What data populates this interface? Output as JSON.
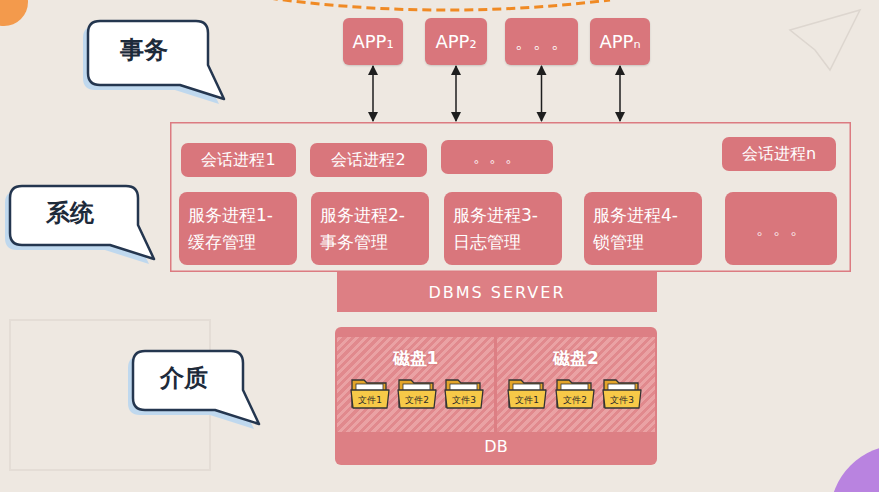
{
  "diagram": {
    "nodes": [
      {
        "text": [
          "事务"
        ]
      },
      {
        "text": [
          "APP₁"
        ]
      },
      {
        "text": [
          "APP₂"
        ]
      },
      {
        "text": [
          "。。。"
        ]
      },
      {
        "text": [
          "APPₙ"
        ]
      },
      {
        "text": [
          "系统"
        ]
      },
      {
        "text": [
          "DBMS SERVER"
        ]
      },
      {
        "text": [
          "会话进程1"
        ],
        "in": 6
      },
      {
        "text": [
          "会话进程2"
        ],
        "in": 6
      },
      {
        "text": [
          "。。。"
        ],
        "in": 6
      },
      {
        "text": [
          "会话进程n"
        ],
        "in": 6
      },
      {
        "text": [
          "服务进程1- 缓存管理"
        ],
        "in": 6
      },
      {
        "text": [
          "服务进程2- 事务管理"
        ],
        "in": 6
      },
      {
        "text": [
          "服务进程3- 日志管理"
        ],
        "in": 6
      },
      {
        "text": [
          "服务进程4- 锁管理"
        ],
        "in": 6
      },
      {
        "text": [
          "。。。"
        ],
        "in": 6
      },
      {
        "text": [
          "介质"
        ]
      },
      {
        "text": [
          "DB"
        ]
      },
      {
        "text": [
          "磁盘1"
        ],
        "in": 17
      },
      {
        "text": [
          "文件1"
        ],
        "in": 18
      },
      {
        "text": [
          "文件2"
        ],
        "in": 18
      },
      {
        "text": [
          "文件3"
        ],
        "in": 18
      },
      {
        "text": [
          "磁盘2"
        ],
        "in": 17
      },
      {
        "text": [
          "文件1"
        ],
        "in": 22
      },
      {
        "text": [
          "文件2"
        ],
        "in": 22
      },
      {
        "text": [
          "文件3"
        ],
        "in": 22
      }
    ],
    "edges": [
      {
        "from": 1,
        "to": 6,
        "arrow": "both"
      },
      {
        "from": 2,
        "to": 6,
        "arrow": "both"
      },
      {
        "from": 3,
        "to": 6,
        "arrow": "both"
      },
      {
        "from": 4,
        "to": 6,
        "arrow": "both"
      }
    ]
  }
}
